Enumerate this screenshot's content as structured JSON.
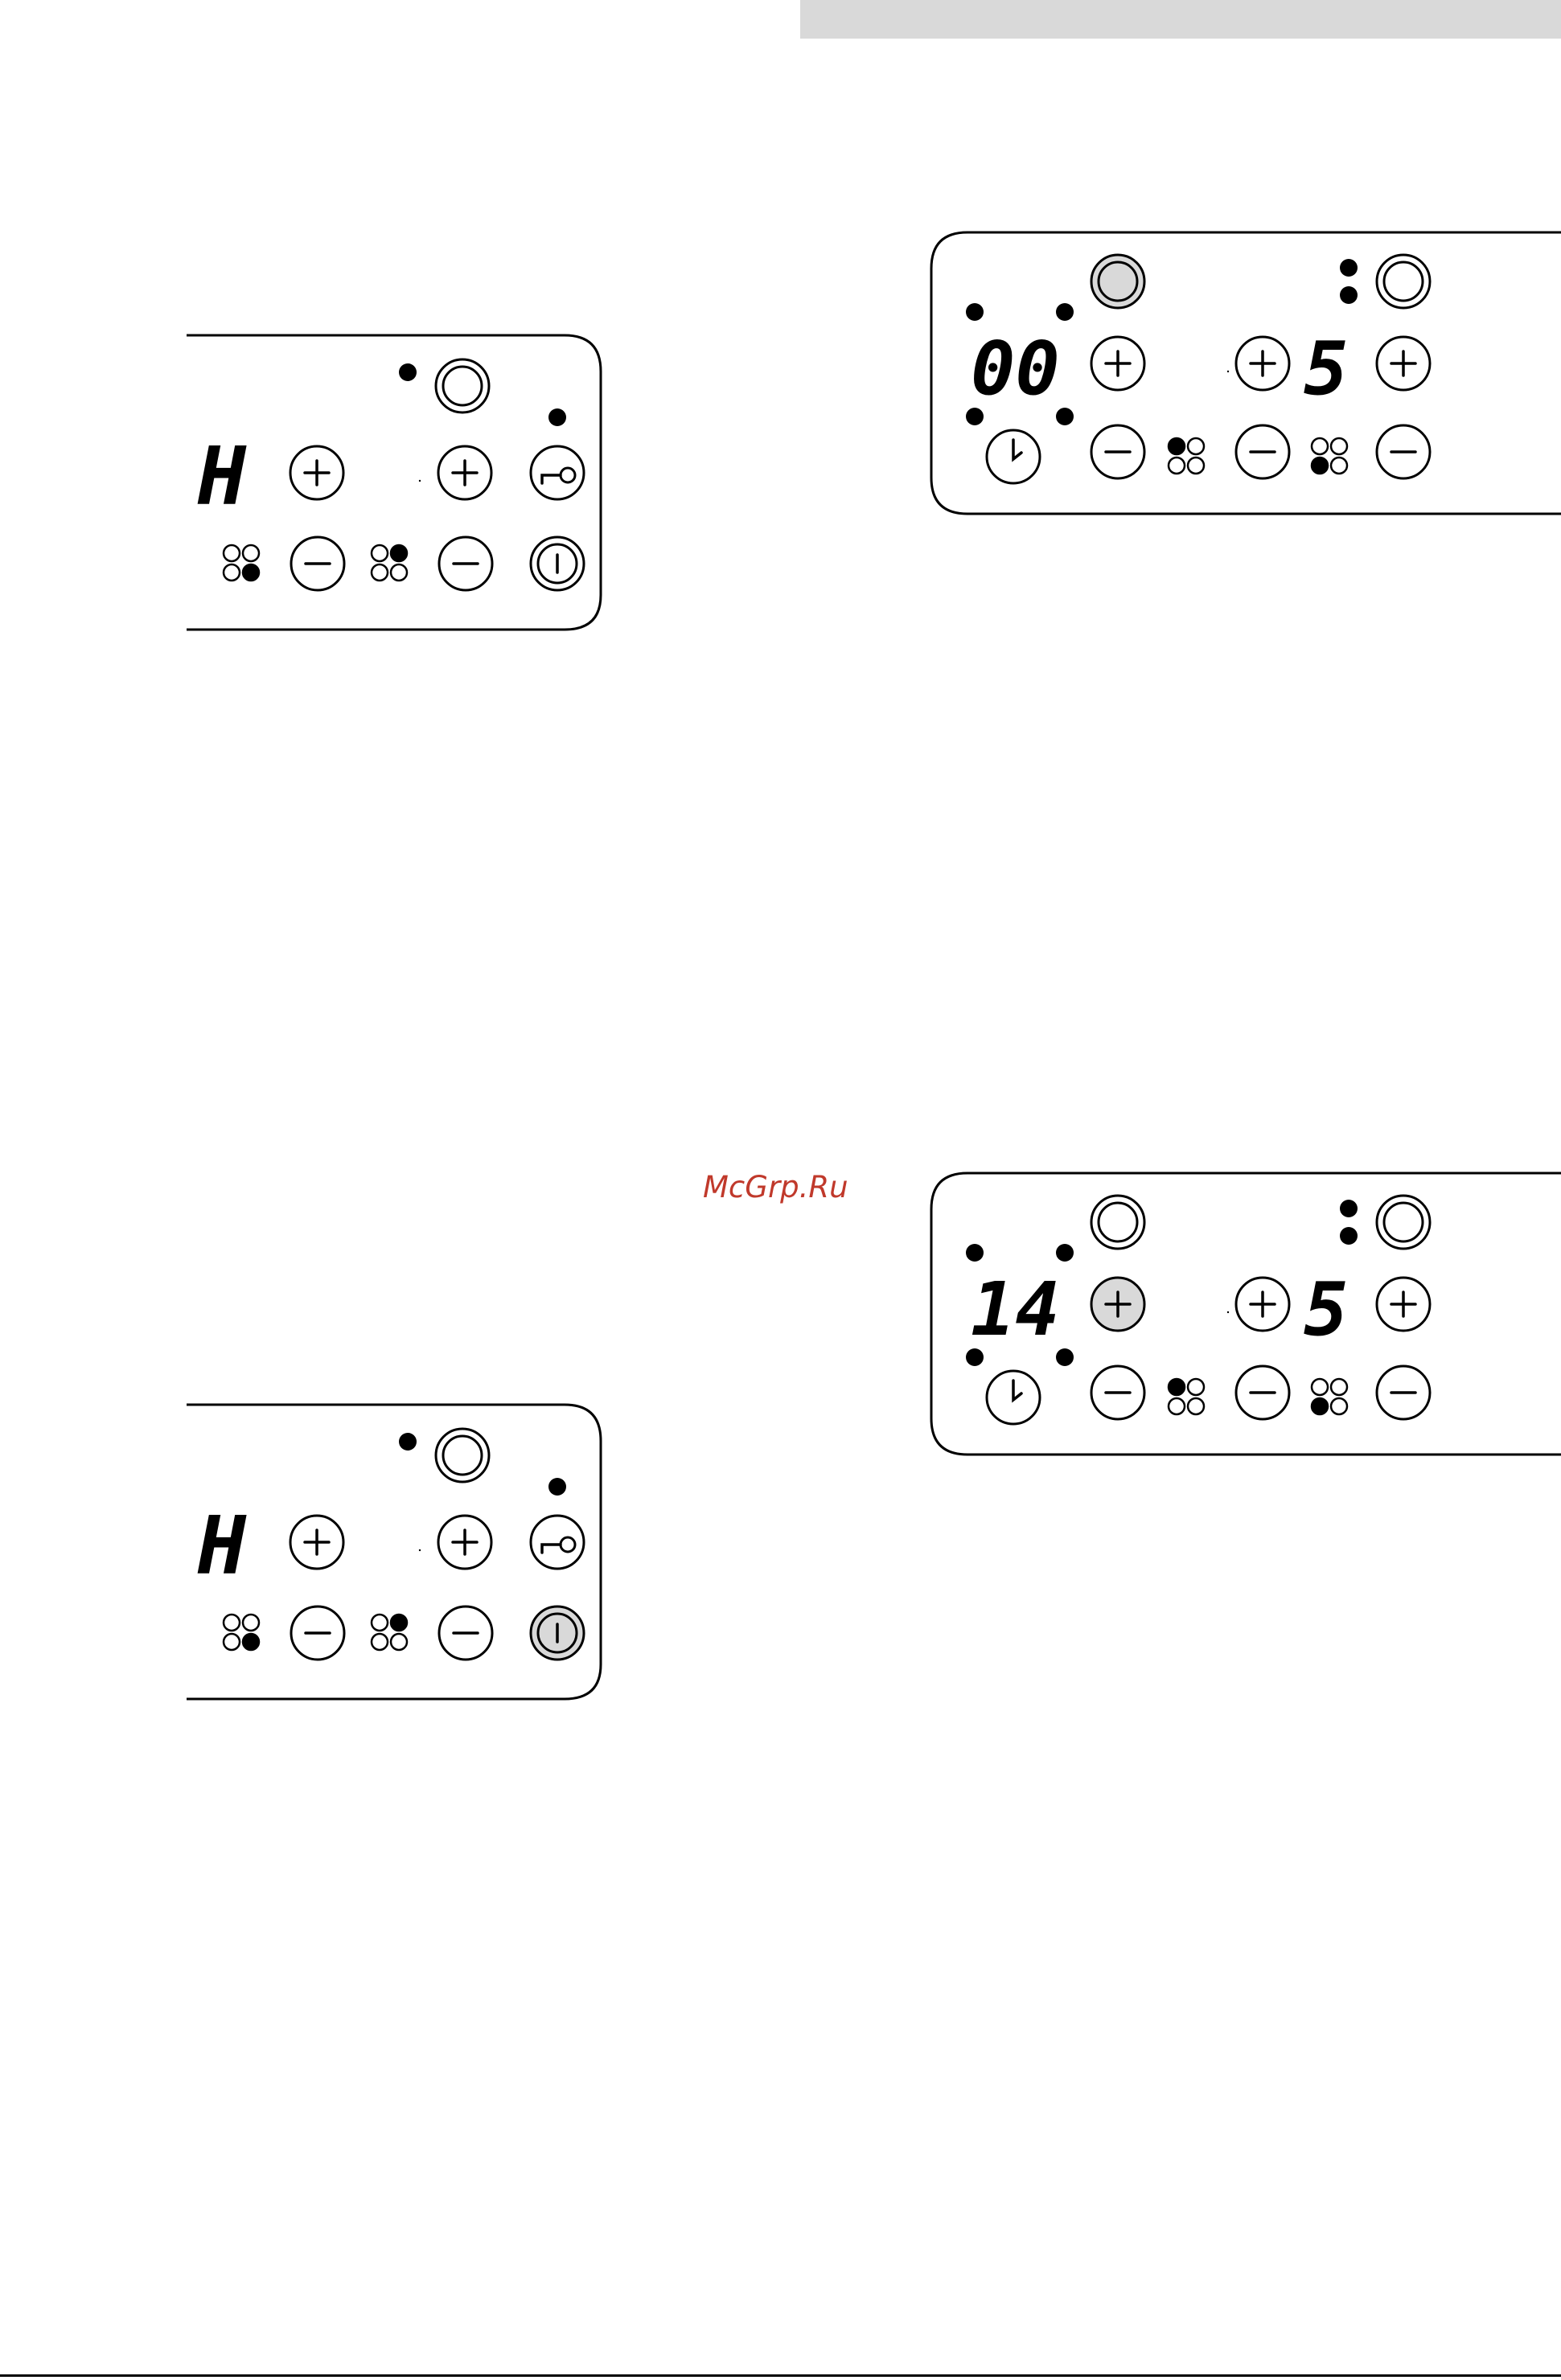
{
  "watermark": {
    "text": "McGrp.Ru",
    "color": "#c0392b"
  },
  "colors": {
    "pressed_button": "#d9d9d9",
    "outline": "#000000",
    "header_band": "#d9d9d9"
  },
  "panels": [
    {
      "id": "panel-a",
      "display": "H",
      "pressed": "none"
    },
    {
      "id": "panel-b",
      "display": "H",
      "pressed": "power"
    },
    {
      "id": "panel-c",
      "display_left": "00",
      "display_right": "5",
      "pressed": "timer-select"
    },
    {
      "id": "panel-d",
      "display_left": "14",
      "display_right": "5",
      "pressed": "timer-plus"
    }
  ],
  "icons": [
    "plus-icon",
    "minus-icon",
    "key-lock-icon",
    "power-icon",
    "clock-icon",
    "zone-indicator-icon",
    "select-ring-icon"
  ]
}
